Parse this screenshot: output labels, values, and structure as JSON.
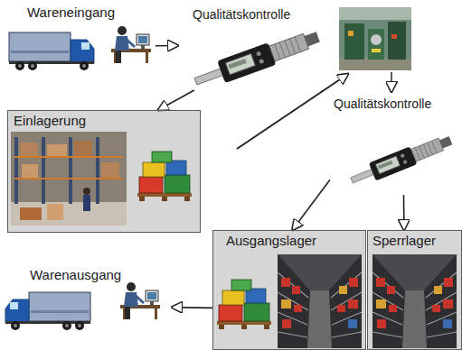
{
  "diagram": {
    "nodes": [
      {
        "text": [
          "Wareneingang"
        ]
      },
      {
        "text": [
          "Qualitätskontrolle"
        ]
      },
      {
        "text": [
          "Einlagerung"
        ]
      },
      {
        "text": [
          "Qualitätskontrolle"
        ]
      },
      {
        "text": [
          "Ausgangslager"
        ]
      },
      {
        "text": [
          "Sperrlager"
        ]
      },
      {
        "text": [
          "Warenausgang"
        ]
      }
    ],
    "edges": [
      {
        "from": 0,
        "to": 1,
        "arrow": "to"
      },
      {
        "from": 1,
        "to": 2,
        "arrow": "to"
      },
      {
        "from": 3,
        "to": 4,
        "arrow": "to"
      },
      {
        "from": 3,
        "to": 5,
        "arrow": "to"
      },
      {
        "from": 4,
        "to": 6,
        "arrow": "to"
      }
    ]
  }
}
